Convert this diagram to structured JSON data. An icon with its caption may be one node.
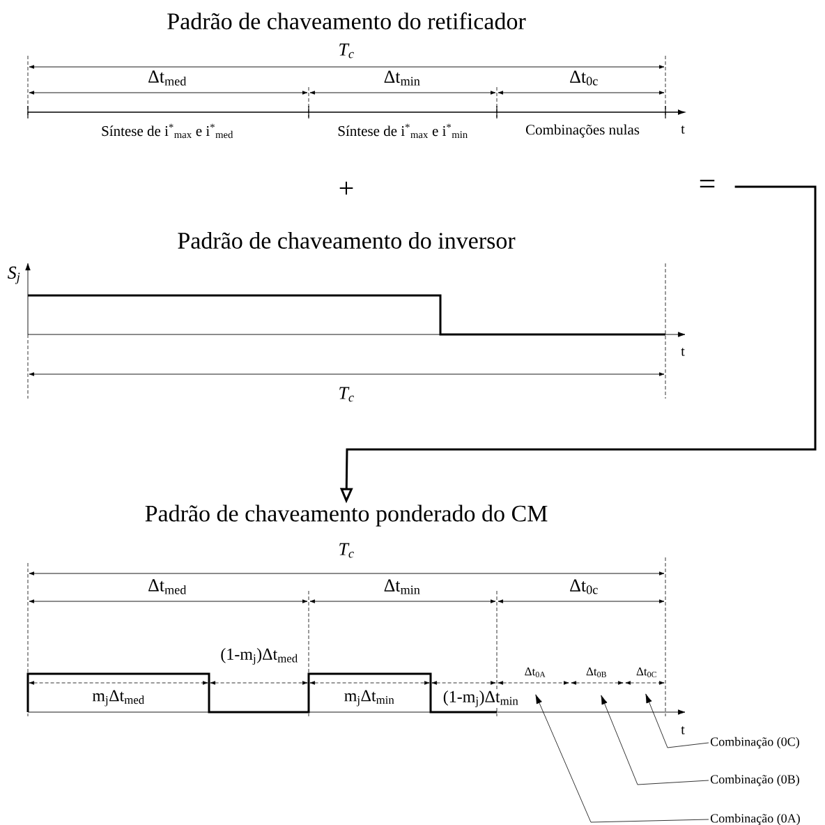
{
  "diagram": {
    "nodes": [
      {
        "text": [
          "="
        ]
      },
      {
        "text": [
          "Padrão de chaveamento ponderado do CM"
        ]
      },
      {
        "text": [
          "Combinação (0C)"
        ]
      },
      {
        "text": [
          "Combinação (0B)"
        ]
      },
      {
        "text": [
          "Combinação (0A)"
        ]
      }
    ],
    "edges": [
      {
        "from": 0,
        "to": 1,
        "arrow": "to",
        "style": "thick"
      },
      {
        "from": 2,
        "to": null,
        "arrow": "to"
      },
      {
        "from": 3,
        "to": null,
        "arrow": "to"
      },
      {
        "from": 4,
        "to": null,
        "arrow": "to"
      }
    ],
    "labels": [
      "Padrão de chaveamento do retificador",
      "T$_{c}$",
      "Δt$_{med}$",
      "Δt$_{min}$",
      "Δt$_{0c}$",
      "Síntese de i$^{*}$$_{max}$ e i$^{*}$$_{med}$",
      "Síntese de i$^{*}$$_{max}$ e i$^{*}$$_{min}$",
      "Combinações nulas",
      "t",
      "+",
      "Padrão de chaveamento do inversor",
      "S$_{j}$",
      "t",
      "T$_{c}$",
      "T$_{c}$",
      "Δt$_{med}$",
      "Δt$_{min}$",
      "Δt$_{0c}$",
      "(1-m$_{j}$)Δt$_{med}$",
      "m$_{j}$Δt$_{med}$",
      "m$_{j}$Δt$_{min}$",
      "(1-m$_{j}$)Δt$_{min}$",
      "Δt$_{0A}$",
      "Δt$_{0B}$",
      "Δt$_{0C}$",
      "t"
    ]
  }
}
